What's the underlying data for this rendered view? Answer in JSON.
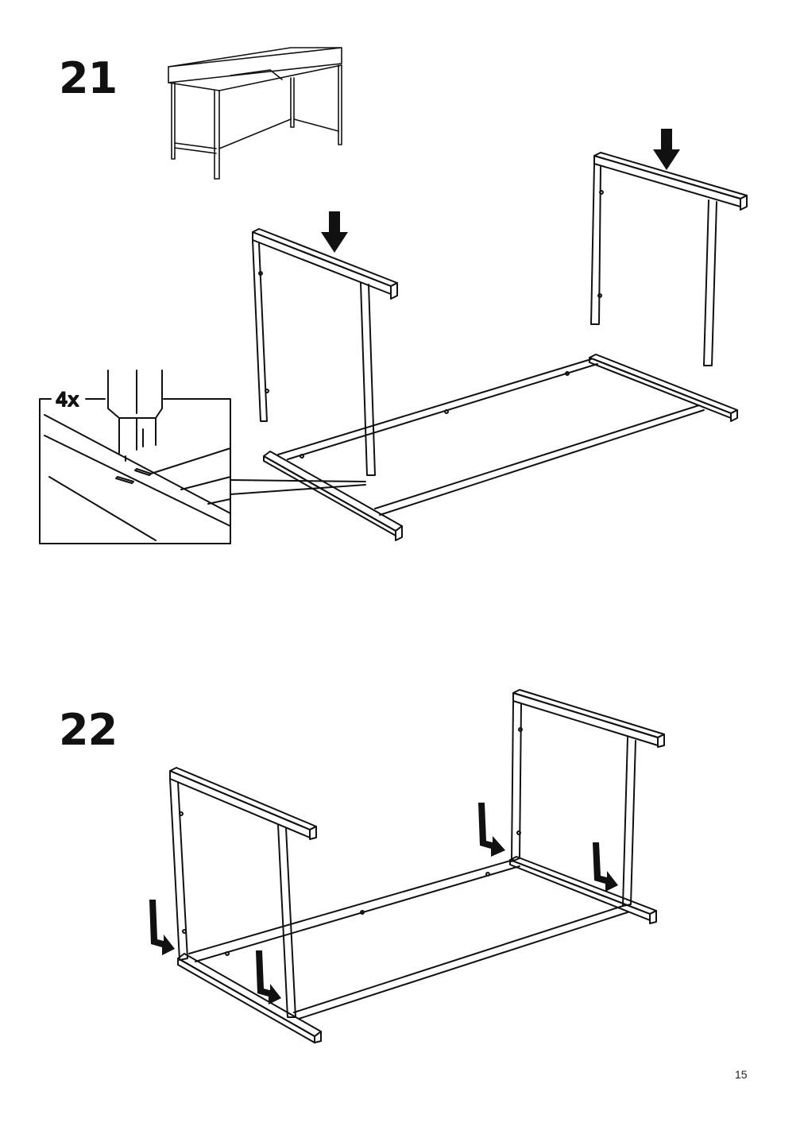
{
  "steps": [
    {
      "number": "21",
      "detail_quantity": "4x"
    },
    {
      "number": "22"
    }
  ],
  "footer": {
    "page_number": "15"
  },
  "icons": [
    "down-arrow-icon",
    "l-arrow-icon"
  ]
}
